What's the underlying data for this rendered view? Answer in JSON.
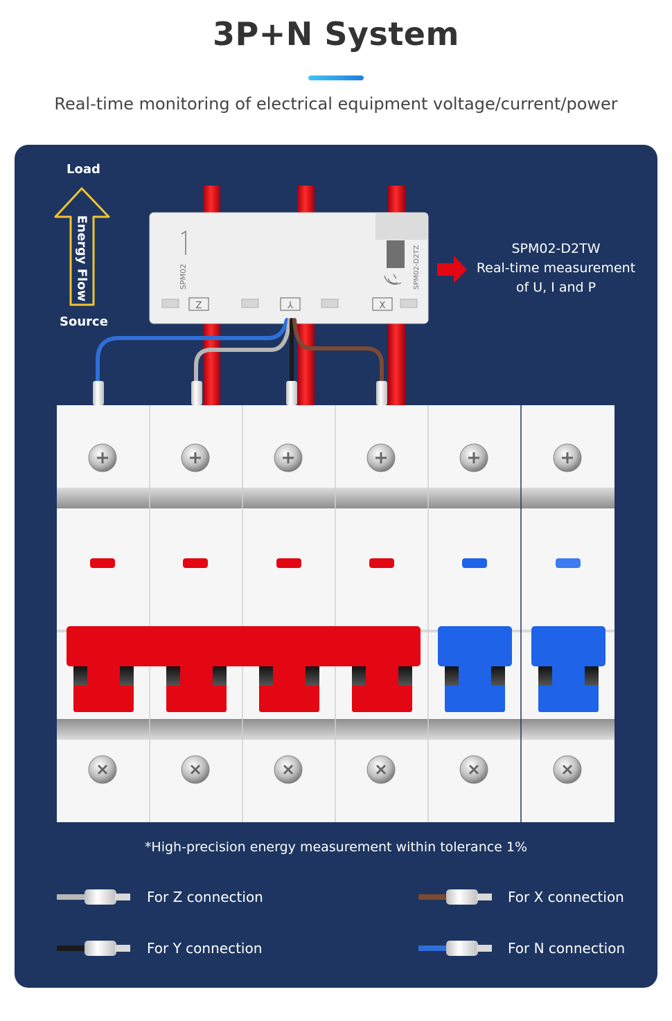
{
  "header": {
    "title": "3P+N System",
    "subtitle": "Real-time monitoring of electrical equipment voltage/current/power"
  },
  "flow": {
    "top_label": "Load",
    "arrow_label": "Energy Flow",
    "bottom_label": "Source"
  },
  "meter": {
    "model_left": "SPM02",
    "model_right": "SPM02-D2TZ",
    "terminal_z": "Z",
    "terminal_y": "Y",
    "terminal_x": "X",
    "description": {
      "model": "SPM02-D2TW",
      "line1": "Real-time measurement",
      "line2": "of U, I and P"
    }
  },
  "breaker": {
    "pole_count": 6,
    "indicator_colors": [
      "#e30613",
      "#e30613",
      "#e30613",
      "#e30613",
      "#1e63e8",
      "#1e63e8"
    ]
  },
  "footnote": "*High-precision energy measurement within tolerance 1%",
  "legend": [
    {
      "label": "For Z connection",
      "wire_color": "#b7b7b7"
    },
    {
      "label": "For X connection",
      "wire_color": "#7b4a33"
    },
    {
      "label": "For Y connection",
      "wire_color": "#1a1a1a"
    },
    {
      "label": "For N connection",
      "wire_color": "#2e6fd8"
    }
  ],
  "colors": {
    "panel": "#1d3560",
    "phase_red": "#e30613",
    "neutral_blue": "#1e63e8",
    "flow_arrow": "#f2c230",
    "accent_gradient_start": "#41c3f2",
    "accent_gradient_end": "#1f7fe0"
  }
}
